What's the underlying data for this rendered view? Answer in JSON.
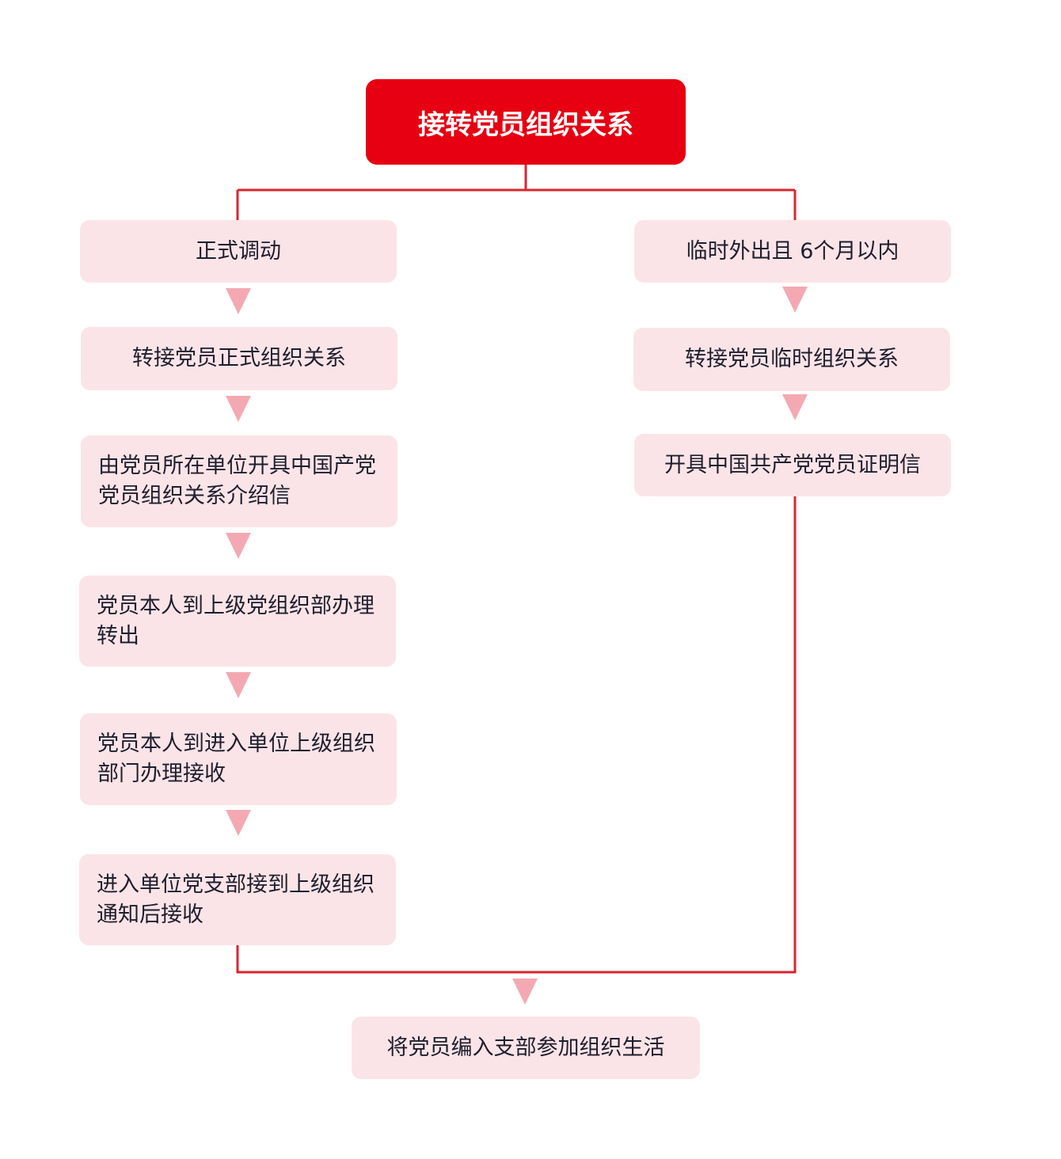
{
  "diagram": {
    "title": "接转党员组织关系",
    "left_branch": {
      "steps": [
        "正式调动",
        "转接党员正式组织关系",
        "由党员所在单位开具中国产党党员组织关系介绍信",
        "党员本人到上级党组织部办理转出",
        "党员本人到进入单位上级组织部门办理接收",
        "进入单位党支部接到上级组织通知后接收"
      ]
    },
    "right_branch": {
      "steps": [
        "临时外出且 6个月以内",
        "转接党员临时组织关系",
        "开具中国共产党党员证明信"
      ]
    },
    "final_step": "将党员编入支部参加组织生活"
  },
  "colors": {
    "title_fill": "#e60012",
    "node_fill": "#fbe4e7",
    "connector": "#d9252f",
    "arrow": "#f4a9b2",
    "text": "#1e1e2e"
  }
}
